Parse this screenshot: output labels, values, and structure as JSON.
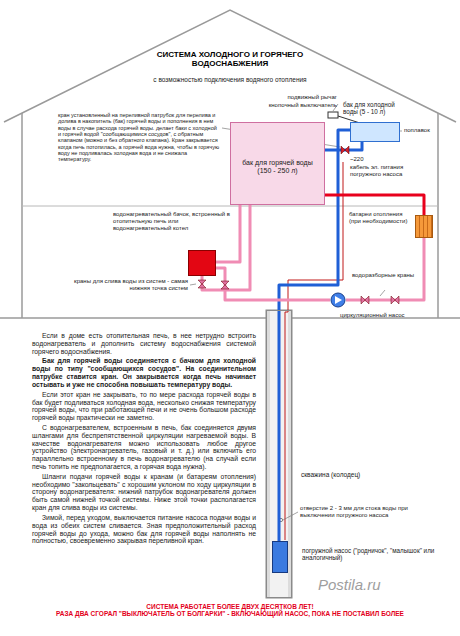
{
  "diagram": {
    "title": "СИСТЕМА ХОЛОДНОГО И ГОРЯЧЕГО ВОДОСНАБЖЕНИЯ",
    "nodes": [
      {
        "text": [
          "бак для холодной воды (5 - 10 л)"
        ]
      },
      {
        "text": [
          "бак для горячей воды (150 - 250 л)"
        ]
      },
      {
        "text": [
          "водонагревательный бачок, встроенный в отопительную печь или водонагревательный котел"
        ]
      },
      {
        "text": [
          "батареи отопления (при необходимости)"
        ]
      },
      {
        "text": [
          "циркуляционный насос"
        ]
      },
      {
        "text": [
          "скважина (колодец)"
        ]
      },
      {
        "text": [
          "погружной насос (\"родничок\", \"малышок\" или аналогичный)"
        ],
        "in": 5
      }
    ],
    "edges": [
      {
        "from": 6,
        "to": 0,
        "arrow": "none"
      },
      {
        "from": 0,
        "to": 1,
        "arrow": "none"
      },
      {
        "from": 1,
        "to": 2,
        "arrow": "none"
      },
      {
        "from": 2,
        "to": 1,
        "arrow": "none"
      },
      {
        "from": 1,
        "to": 3,
        "arrow": "none"
      },
      {
        "from": 3,
        "to": 4,
        "arrow": "none"
      },
      {
        "from": 4,
        "to": 2,
        "arrow": "none"
      }
    ],
    "labels": [
      "с возможностью подключения водяного отопления",
      "кран установленный на переливной патрубок для перелива и долива в накопитель (бак) горячей воды и пополнения в нем воды в случае расхода горячей воды. делает баки с холодной и горячей водой \"сообщающимися сосудов\", с обратным клапаном (можно и без обратного клапана). Кран закрывается когда печь потопилась, а горячей вода нужна, чтобы в горячую воду не подливалась холодная вода и не снижала температуру.",
      "подвижный рычаг",
      "кнопочный выключатель",
      "поплавок",
      "~220",
      "кабель эл. питания погружного насоса",
      "водоразборные краны",
      "краны для слива воды из систем - самая нижняя точка систем",
      "отверстие 2 - 3 мм для стока воды при выключении погружного насоса",
      "Если в доме есть отопительная печь, в нее нетрудно встроить водонагреватель и дополнить систему водоснабжения системой горячего водоснабжения.",
      "Бак для горячей воды соединяется с бачком для холодной воды по типу \"сообщающихся сосудов\". На соединительном патрубке ставится кран. Он закрывается когда печь начинает остывать и уже не способна повышать температуру воды.",
      "Если этот кран не закрывать, то по мере расхода горячей воды в бак будет подливаться холодная вода, несколько снижая температуру горячей воды, что при работающей печи и не очень большом расходе горячей воды практически не заметно.",
      "С водонагревателем, встроенным в печь, бак соединяется двумя шлангами для беспрепятственной циркуляции нагреваемой воды. В качестве водонагревателя можно использовать любое другое устройство (электронагреватель, газовый и т. д.) или включить его параллельно встроенному в печь водонагревателю (на случай если печь топить не предполагается, а горячая вода нужна).",
      "Шланги подачи горячей воды к кранам (и батареям отопления) необходимо \"закольцевать\" с хорошим уклоном по ходу циркуляции в сторону водонагревателя: нижний патрубок водонагревателя должен быть самой нижней точкой системы. Ниже этой точки располагается кран для слива воды из системы.",
      "Зимой, перед уходом, выключается питание насоса подачи воды и вода из обеих систем сливается. Зная предположительный расход горячей воды до ухода, можно бак для горячей воды наполнять не полностью, своевременно закрывая переливной кран.",
      "СИСТЕМА РАБОТАЕТ БОЛЕЕ ДВУХ ДЕСЯТКОВ ЛЕТ!",
      "РАЗА ДВА СГОРАЛ \"ВЫКЛЮЧАТЕЛЬ ОТ БОЛГАРКИ\" - ВКЛЮЧАЮЩИЙ НАСОС, ПОКА НЕ ПОСТАВИЛ БОЛЕЕ",
      "Postila.ru"
    ]
  }
}
